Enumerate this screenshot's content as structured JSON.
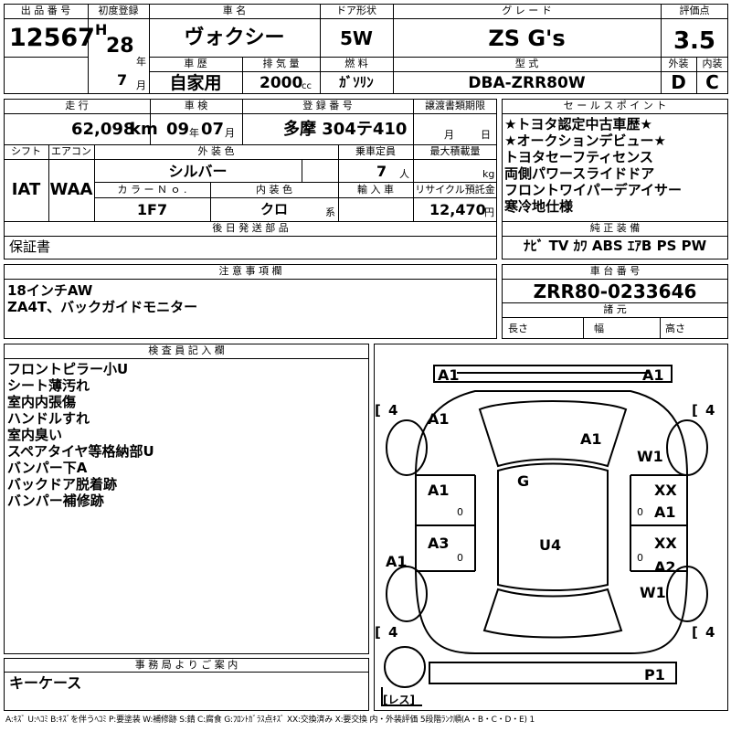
{
  "header": {
    "lot_label": "出 品 番 号",
    "lot_no": "12567",
    "first_reg_label": "初度登録",
    "era": "H",
    "year_no": "28",
    "year_unit": "年",
    "month_no": "7",
    "month_unit": "月",
    "car_name_label": "車 名",
    "car_name": "ヴォクシー",
    "door_label": "ドア形状",
    "door": "5W",
    "grade_label": "グ レ ー ド",
    "grade": "ZS G's",
    "score_label": "評価点",
    "score": "3.5",
    "history_label": "車 歴",
    "history": "自家用",
    "displacement_label": "排 気 量",
    "displacement": "2000",
    "displacement_unit": "cc",
    "fuel_label": "燃 料",
    "fuel": "ｶﾞｿﾘﾝ",
    "model_label": "型 式",
    "model": "DBA-ZRR80W",
    "exterior_label": "外装",
    "exterior_grade": "D",
    "interior_label": "内装",
    "interior_grade": "C"
  },
  "spec": {
    "mileage_label": "走 行",
    "mileage": "62,098",
    "mileage_unit": "km",
    "inspection_label": "車 検",
    "insp_year": "09",
    "insp_year_unit": "年",
    "insp_month": "07",
    "insp_month_unit": "月",
    "reg_no_label": "登 録 番 号",
    "reg_no": "多摩 304テ410",
    "transfer_label": "譲渡書類期限",
    "transfer_month_unit": "月",
    "transfer_day_unit": "日",
    "shift_label": "シフト",
    "shift": "IAT",
    "aircon_label": "エアコン",
    "aircon": "WAA",
    "ext_color_label": "外 装 色",
    "ext_color": "シルバー",
    "capacity_label": "乗車定員",
    "capacity": "7",
    "capacity_unit": "人",
    "load_label": "最大積載量",
    "load_unit": "kg",
    "color_no_label": "カ ラ ー Ｎ ｏ .",
    "color_no": "1F7",
    "int_color_label": "内 装 色",
    "int_color": "クロ",
    "int_color_unit": "系",
    "import_label": "輸 入 車",
    "recycle_label": "リサイクル預託金",
    "recycle": "12,470",
    "recycle_unit": "円",
    "later_label": "後 日 発 送 部 品",
    "later": "保証書"
  },
  "sales_points": {
    "label": "セ ー ル ス ポ イ ン ト",
    "items": [
      "★トヨタ認定中古車歴★",
      "★オークションデビュー★",
      "トヨタセーフティセンス",
      "両側パワースライドドア",
      "フロントワイパーデアイサー",
      "寒冷地仕様"
    ]
  },
  "equipment": {
    "label": "純 正 装 備",
    "items": "ﾅﾋﾞ TV ｶﾜ ABS ｴｱB PS PW"
  },
  "notes": {
    "label": "注 意 事 項 欄",
    "lines": [
      "18インチAW",
      "ZA4T、バックガイドモニター"
    ]
  },
  "chassis": {
    "label": "車 台 番 号",
    "value": "ZRR80-0233646",
    "dims_label": "諸 元",
    "length_label": "長さ",
    "width_label": "幅",
    "height_label": "高さ"
  },
  "inspector": {
    "label": "検 査 員 記 入 欄",
    "items": [
      "フロントピラー小U",
      "シート薄汚れ",
      "室内内張傷",
      "ハンドルすれ",
      "室内臭い",
      "スペアタイヤ等格納部U",
      "バンパー下A",
      "バックドア脱着跡",
      "バンパー補修跡"
    ]
  },
  "office": {
    "label": "事 務 局 よ り ご 案 内",
    "text": "キーケース"
  },
  "diagram": {
    "marks": {
      "front_left": "A1",
      "front_right": "A1",
      "hood": "A1",
      "windshield": "A1",
      "w1_right_front": "W1",
      "roof": "G",
      "left_front_door": "A1",
      "right_front_door_top": "XX",
      "right_front_door_bot": "A1",
      "left_rear_door": "A3",
      "right_rear_door_top": "XX",
      "right_rear_door_bot": "A2",
      "left_quarter": "A1",
      "w1_right_rear": "W1",
      "cabin": "U4",
      "rear": "P1"
    },
    "tire_fl": "4",
    "tire_fr": "4",
    "tire_rl": "4",
    "tire_rr": "4",
    "spare_label": "レス",
    "zero_marks": [
      "0",
      "0",
      "0",
      "0"
    ]
  },
  "legend": "A:ｷｽﾞ U:ﾍｺﾐ B:ｷｽﾞを伴うﾍｺﾐ P:要塗装 W:補修跡 S:錆 C:腐食 G:ﾌﾛﾝﾄｶﾞﾗｽ点ｷｽﾞ XX:交換済み X:要交換 内・外装評価 5段階ﾗﾝｸ順(A・B・C・D・E) 1"
}
